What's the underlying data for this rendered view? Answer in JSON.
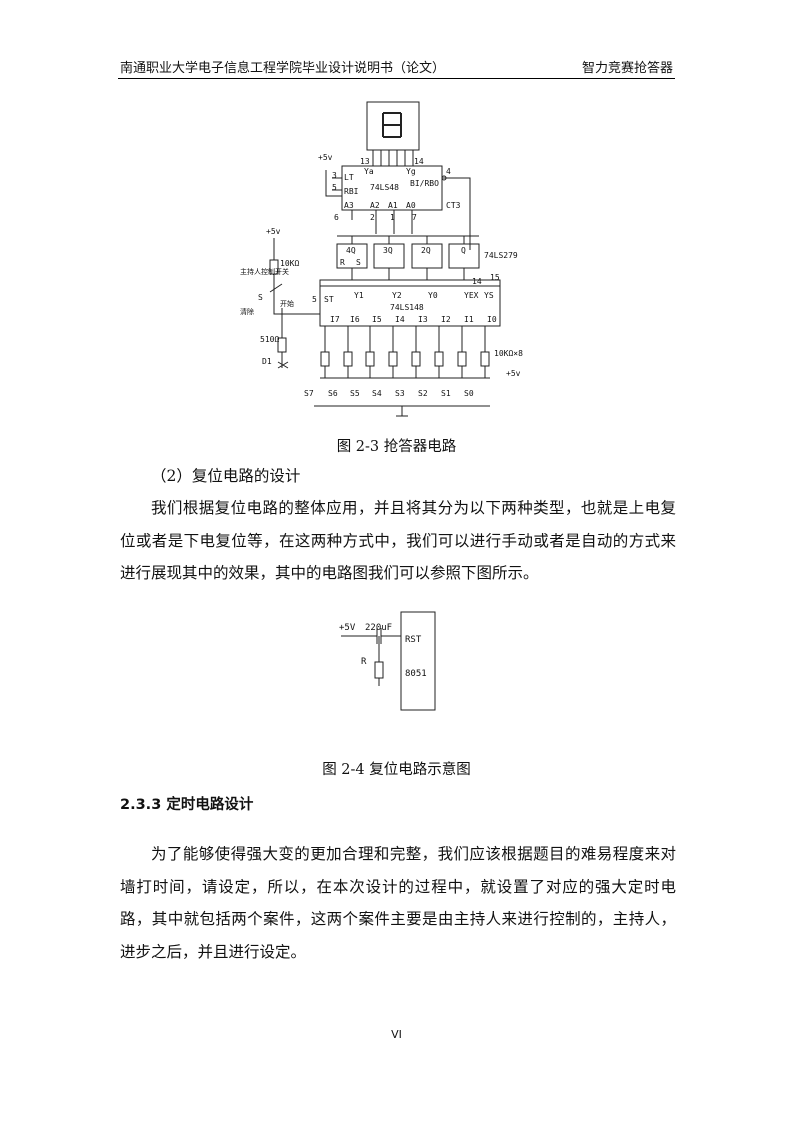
{
  "header": {
    "left": "南通职业大学电子信息工程学院毕业设计说明书（论文）",
    "right": "智力竞赛抢答器"
  },
  "figure1": {
    "caption": "图 2-3  抢答器电路",
    "labels": {
      "vcc_top": "+5v",
      "pin13": "13",
      "pin14": "14",
      "pin3": "3",
      "pin5a": "5",
      "pin6": "6",
      "pin4": "4",
      "pin2": "2",
      "pin1": "1",
      "pin7": "7",
      "lt": "LT",
      "rbi": "RBI",
      "bi_rbo": "BI/RBO",
      "ya": "Ya",
      "yg": "Yg",
      "chip48": "74LS48",
      "a3": "A3",
      "a2": "A2",
      "a1": "A1",
      "a0": "A0",
      "ct3": "CT3",
      "vcc_left": "+5v",
      "r10k": "10KΩ",
      "host_switch": "主持人控制开关",
      "s_label": "S",
      "start": "开始",
      "clear": "清除",
      "chip279": "74LS279",
      "q4": "4Q",
      "q3": "3Q",
      "q2": "2Q",
      "q1": "Q",
      "r_bar": "R",
      "s_bar": "S",
      "pin5b": "5",
      "pin14b": "14",
      "pin15": "15",
      "st": "ST",
      "y2": "Y2",
      "y1": "Y1",
      "y0": "Y0",
      "yex": "YEX",
      "ys": "YS",
      "chip148": "74LS148",
      "i7": "I7",
      "i6": "I6",
      "i5": "I5",
      "i4": "I4",
      "i3": "I3",
      "i2": "I2",
      "i1": "I1",
      "i0": "I0",
      "r510": "510Ω",
      "d1": "D1",
      "r10kx8": "10KΩ×8",
      "vcc_right": "+5v",
      "switches": [
        "S7",
        "S6",
        "S5",
        "S4",
        "S3",
        "S2",
        "S1",
        "S0"
      ]
    }
  },
  "subheading": "（2）复位电路的设计",
  "paragraph1": "我们根据复位电路的整体应用，并且将其分为以下两种类型，也就是上电复位或者是下电复位等，在这两种方式中，我们可以进行手动或者是自动的方式来进行展现其中的效果，其中的电路图我们可以参照下图所示。",
  "figure2": {
    "caption": "图 2-4  复位电路示意图",
    "labels": {
      "vcc": "+5V",
      "cap": "220uF",
      "res": "R",
      "rst": "RST",
      "chip": "8051"
    }
  },
  "section": "2.3.3  定时电路设计",
  "paragraph2": "为了能够使得强大变的更加合理和完整，我们应该根据题目的难易程度来对墙打时间，请设定，所以，在本次设计的过程中，就设置了对应的强大定时电路，其中就包括两个案件，这两个案件主要是由主持人来进行控制的，主持人，进步之后，并且进行设定。",
  "page_number": "VI"
}
